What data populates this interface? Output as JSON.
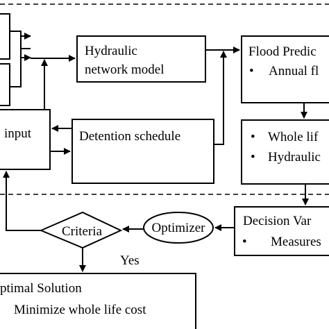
{
  "nodes": {
    "hydraulic_model": {
      "line1": "Hydraulic",
      "line2": "network model"
    },
    "flood_prediction": {
      "title": "Flood Predic",
      "bullet1": "Annual fl"
    },
    "whole_life": {
      "bullet1": "Whole lif",
      "bullet2": "Hydraulic"
    },
    "input": {
      "label": "input"
    },
    "detention_schedule": {
      "label": "Detention schedule"
    },
    "decision_variables": {
      "title": "Decision Var",
      "bullet1": "Measures"
    },
    "optimizer": {
      "label": "Optimizer"
    },
    "criteria": {
      "label": "Criteria"
    },
    "yes_label": "Yes",
    "optimal_solution": {
      "line1": "ptimal Solution",
      "line2": "Minimize whole life cost"
    }
  },
  "bullet_glyph": "•"
}
